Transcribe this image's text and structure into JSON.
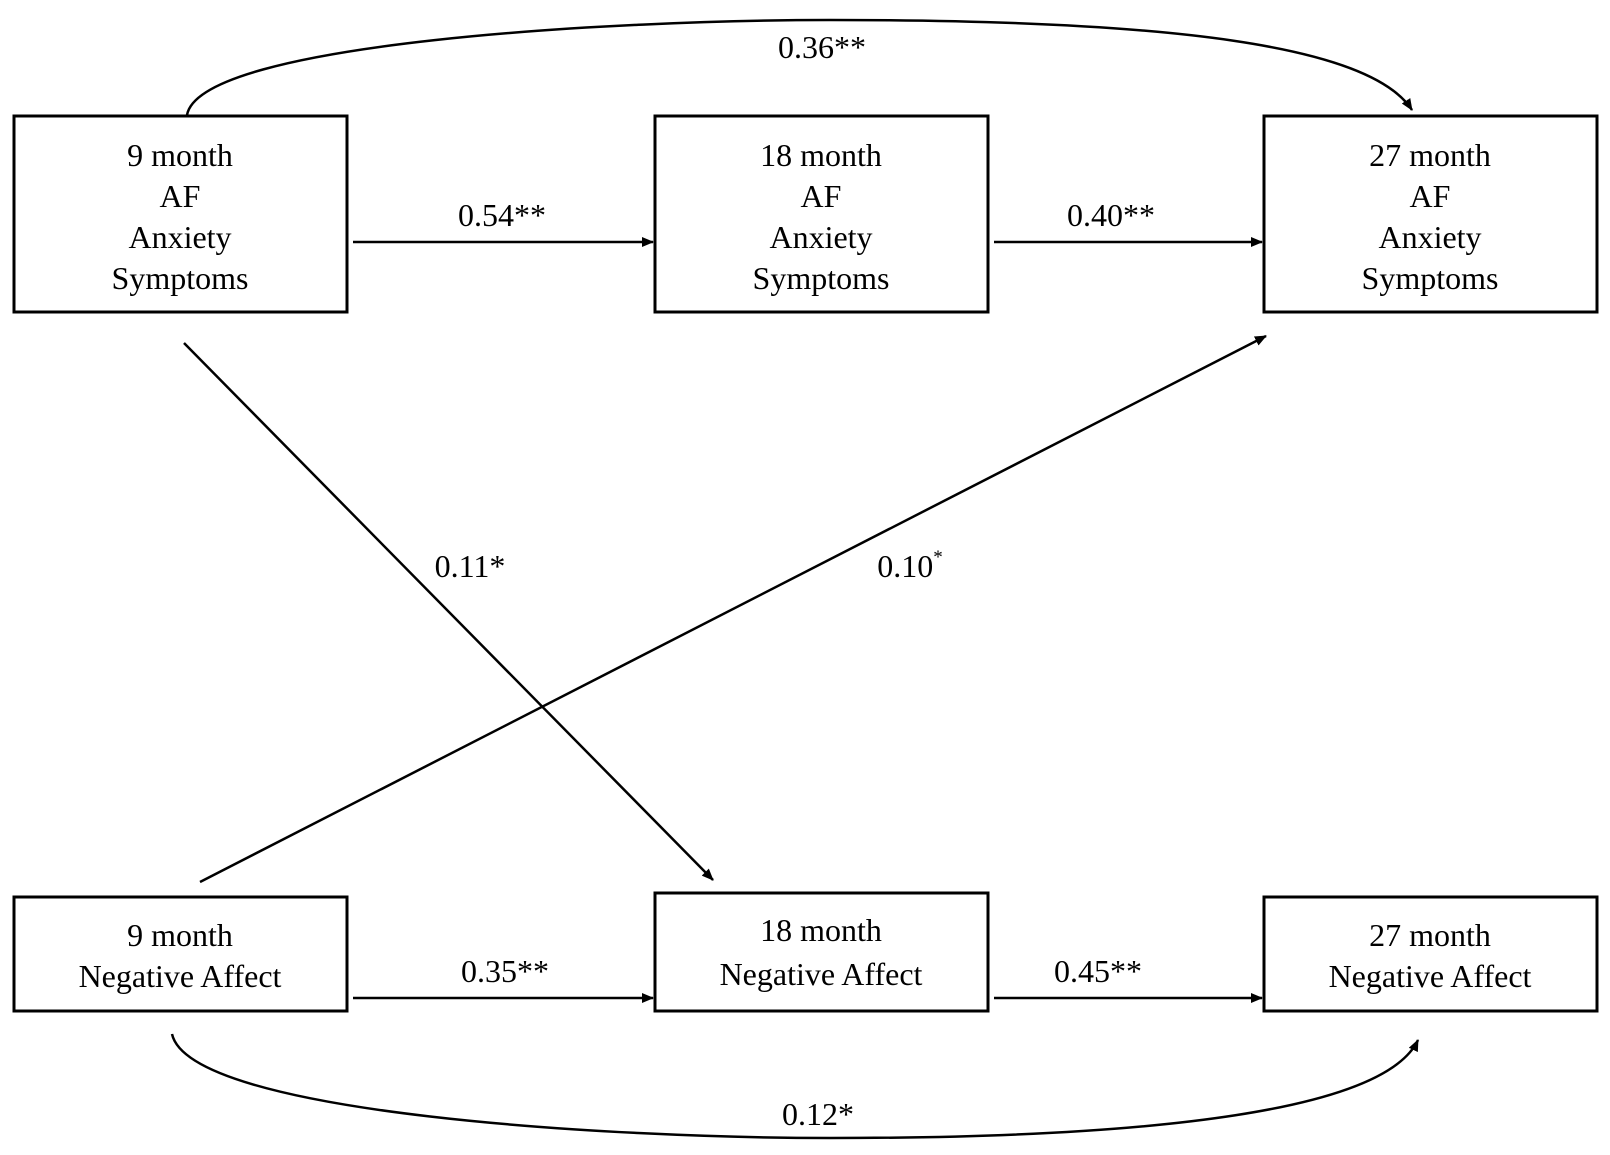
{
  "nodes": {
    "af_9": {
      "lines": [
        "9 month",
        "AF",
        "Anxiety",
        "Symptoms"
      ]
    },
    "af_18": {
      "lines": [
        "18 month",
        "AF",
        "Anxiety",
        "Symptoms"
      ]
    },
    "af_27": {
      "lines": [
        "27 month",
        "AF",
        "Anxiety",
        "Symptoms"
      ]
    },
    "na_9": {
      "lines": [
        "9 month",
        "Negative Affect"
      ]
    },
    "na_18": {
      "lines": [
        "18 month",
        "Negative Affect"
      ]
    },
    "na_27": {
      "lines": [
        "27 month",
        "Negative Affect"
      ]
    }
  },
  "edges": {
    "af9_af27": {
      "coef": "0.36",
      "sig": "**"
    },
    "af9_af18": {
      "coef": "0.54",
      "sig": "**"
    },
    "af18_af27": {
      "coef": "0.40",
      "sig": "**"
    },
    "af9_na18": {
      "coef": "0.11",
      "sig": "*"
    },
    "na9_af27": {
      "coef": "0.10",
      "sig": "*"
    },
    "na9_na18": {
      "coef": "0.35",
      "sig": "**"
    },
    "na18_na27": {
      "coef": "0.45",
      "sig": "**"
    },
    "na9_na27": {
      "coef": "0.12",
      "sig": "*"
    }
  }
}
